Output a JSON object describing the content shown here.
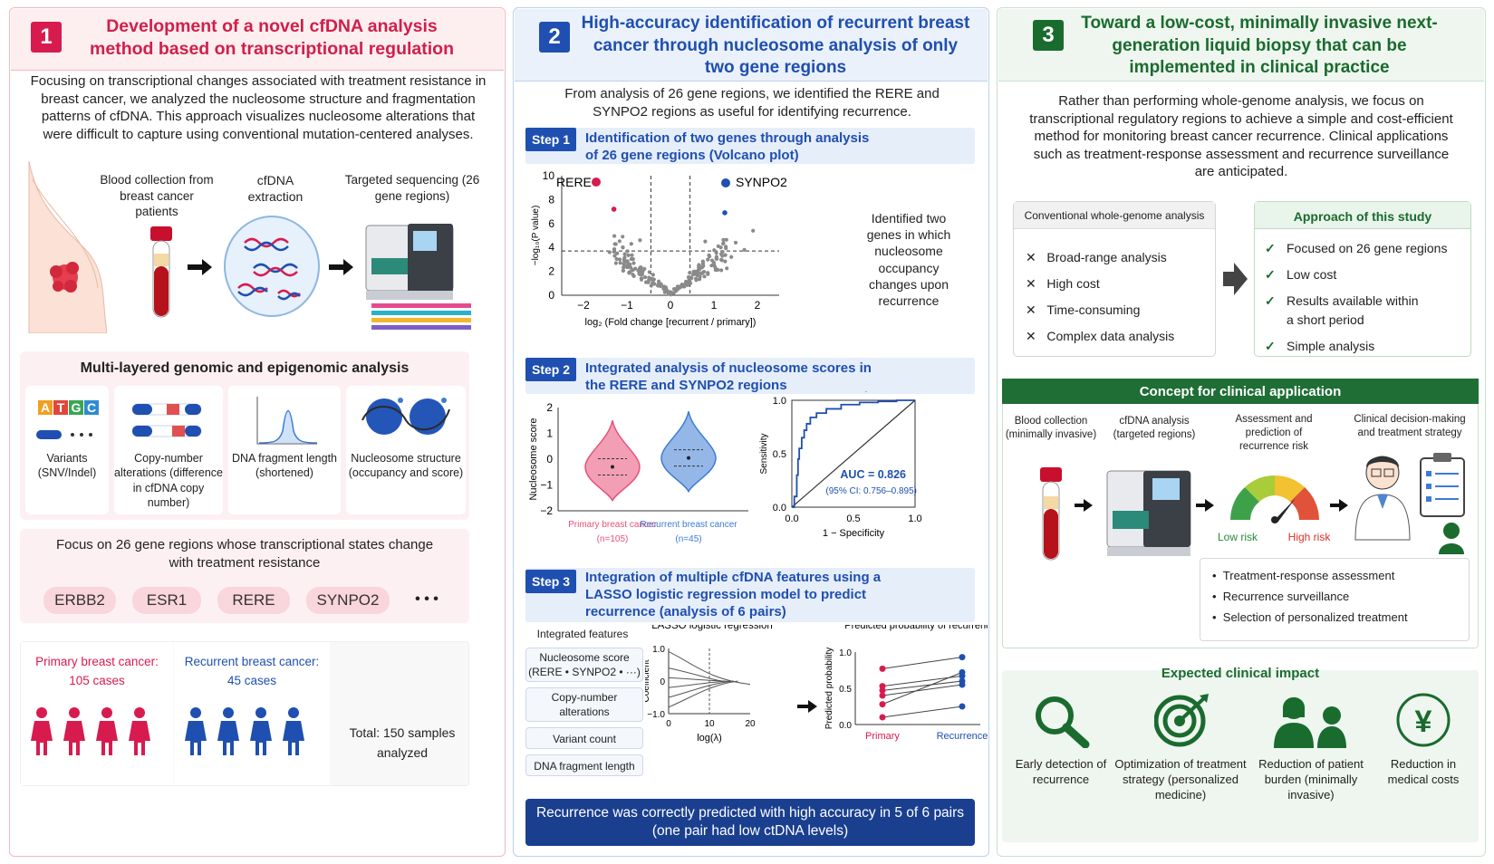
{
  "panel1": {
    "number": "1",
    "title": "Development of a novel cfDNA analysis method based on transcriptional regulation",
    "intro": "Focusing on transcriptional changes associated with treatment resistance in breast cancer, we analyzed the nucleosome structure and fragmentation patterns of cfDNA. This approach visualizes nucleosome alterations that were difficult to capture using conventional mutation-centered analyses.",
    "workflow": [
      "Blood collection from breast cancer patients",
      "cfDNA extraction",
      "Targeted sequencing (26 gene regions)"
    ],
    "multilayer_title": "Multi-layered genomic and epigenomic analysis",
    "dna_letters": [
      "A",
      "T",
      "G",
      "C"
    ],
    "analysis_items": [
      "Variants (SNV/Indel)",
      "Copy-number alterations (difference in cfDNA copy number)",
      "DNA fragment length (shortened)",
      "Nucleosome structure (occupancy and score)"
    ],
    "focus_title": "Focus on 26 gene regions whose transcriptional states change with treatment resistance",
    "genes": [
      "ERBB2",
      "ESR1",
      "RERE",
      "SYNPO2",
      "• • •"
    ],
    "primary_label": "Primary breast cancer:",
    "primary_cases": "105 cases",
    "recurrent_label": "Recurrent breast cancer:",
    "recurrent_cases": "45 cases",
    "total": "Total: 150 samples analyzed",
    "colors": {
      "primary": "#d81b4f",
      "recurrent": "#1f4fb0"
    }
  },
  "panel2": {
    "number": "2",
    "title": "High-accuracy identification of recurrent breast cancer through nucleosome analysis of only two gene regions",
    "intro": "From analysis of 26 gene regions, we identified the RERE and SYNPO2 regions as useful for identifying recurrence.",
    "step1_badge": "Step 1",
    "step1_title": "Identification of two genes through analysis of 26 gene regions  (Volcano plot)",
    "volcano_note": "Identified two genes in which nucleosome occupancy changes upon recurrence",
    "step2_badge": "Step 2",
    "step2_title": "Integrated analysis of nucleosome scores in the RERE and SYNPO2 regions",
    "step3_badge": "Step 3",
    "step3_title": "Integration of multiple cfDNA features using a LASSO logistic regression model to predict recurrence (analysis of 6 pairs)",
    "features_title": "Integrated features",
    "features": [
      "Nucleosome score (RERE • SYNPO2 • ···)",
      "Copy-number alterations",
      "Variant count",
      "DNA fragment length"
    ],
    "result": "Recurrence was correctly predicted with high accuracy in 5 of 6 pairs  (one pair had low ctDNA levels)"
  },
  "chart_data": [
    {
      "type": "scatter",
      "name": "volcano",
      "xlabel": "log₂ (Fold change [recurrent / primary])",
      "ylabel": "−log₁₀(P value)",
      "xlim": [
        -2.5,
        2.5
      ],
      "ylim": [
        0,
        10
      ],
      "xticks": [
        "−2",
        "−1",
        "0",
        "1",
        "2"
      ],
      "yticks": [
        "0",
        "2",
        "4",
        "6",
        "8",
        "10"
      ],
      "thresholds": {
        "x": [
          -0.45,
          0.45
        ],
        "y": 3.7
      },
      "highlight": [
        {
          "label": "RERE",
          "x": -1.3,
          "y": 7.2,
          "color": "#d81b4f"
        },
        {
          "label": "SYNPO2",
          "x": 1.25,
          "y": 6.9,
          "color": "#1f4fb0"
        }
      ],
      "legend": [
        "RERE",
        "SYNPO2"
      ]
    },
    {
      "type": "violin",
      "name": "nucleosome-score",
      "ylabel": "Nucleosome score",
      "ylim": [
        -2,
        2
      ],
      "yticks": [
        "2",
        "1",
        "0",
        "−1",
        "−2"
      ],
      "groups": [
        {
          "name": "Primary breast cancer",
          "n": "(n=105)",
          "median": -0.3,
          "color": "#e8517a"
        },
        {
          "name": "Recurrent breast cancer",
          "n": "(n=45)",
          "median": 0.05,
          "color": "#3d7bd6"
        }
      ]
    },
    {
      "type": "line",
      "name": "roc",
      "title": "ROC analysis results",
      "xlabel": "1 − Specificity",
      "ylabel": "Sensitivity",
      "xlim": [
        0,
        1
      ],
      "ylim": [
        0,
        1
      ],
      "xticks": [
        "0.0",
        "0.5",
        "1.0"
      ],
      "yticks": [
        "1.0",
        "0.5",
        "0.0"
      ],
      "x": [
        0,
        0.02,
        0.04,
        0.05,
        0.06,
        0.08,
        0.1,
        0.12,
        0.15,
        0.2,
        0.28,
        0.4,
        0.55,
        0.7,
        0.85,
        1
      ],
      "y": [
        0,
        0.1,
        0.3,
        0.45,
        0.55,
        0.65,
        0.72,
        0.78,
        0.84,
        0.88,
        0.92,
        0.96,
        0.98,
        0.99,
        1,
        1
      ],
      "auc": "AUC = 0.826",
      "ci": "(95% CI: 0.756–0.895)"
    },
    {
      "type": "line",
      "name": "lasso",
      "title": "LASSO logistic regression",
      "xlabel": "log(λ)",
      "ylabel": "Coefficient",
      "xlim": [
        0,
        20
      ],
      "ylim": [
        -1,
        1
      ],
      "xticks": [
        "0",
        "10",
        "20"
      ],
      "yticks": [
        "1.0",
        "0",
        "−1.0"
      ]
    },
    {
      "type": "line",
      "name": "paired-probability",
      "title": "Predicted probability of recurrence",
      "ylabel": "Predicted probability",
      "categories": [
        "Primary",
        "Recurrence"
      ],
      "ylim": [
        0,
        1
      ],
      "yticks": [
        "1.0",
        "0.5",
        "0.0"
      ],
      "pairs": [
        [
          0.77,
          0.93
        ],
        [
          0.53,
          0.67
        ],
        [
          0.47,
          0.6
        ],
        [
          0.4,
          0.55
        ],
        [
          0.28,
          0.72
        ],
        [
          0.1,
          0.25
        ]
      ],
      "colors": {
        "primary": "#d81b4f",
        "recurrence": "#1f4fb0"
      }
    }
  ],
  "panel3": {
    "number": "3",
    "title": "Toward a low-cost, minimally invasive next-generation liquid biopsy that can be implemented in clinical practice",
    "intro": "Rather than performing whole-genome analysis, we focus on transcriptional regulatory regions to achieve a simple and cost-efficient method for monitoring breast cancer recurrence. Clinical applications such as treatment-response assessment and recurrence surveillance are anticipated.",
    "conventional_title": "Conventional whole-genome analysis",
    "conventional_items": [
      "Broad-range analysis",
      "High cost",
      "Time-consuming",
      "Complex data analysis"
    ],
    "approach_title": "Approach of this study",
    "approach_items": [
      "Focused on 26 gene regions",
      "Low cost",
      "Results available within a short period",
      "Simple analysis"
    ],
    "concept_title": "Concept for clinical application",
    "concept_steps": [
      "Blood collection (minimally invasive)",
      "cfDNA analysis (targeted regions)",
      "Assessment and prediction of recurrence risk",
      "Clinical decision-making and treatment strategy"
    ],
    "low_risk": "Low risk",
    "high_risk": "High risk",
    "applications": [
      "Treatment-response assessment",
      "Recurrence surveillance",
      "Selection of personalized treatment"
    ],
    "impact_title": "Expected clinical impact",
    "yen": "¥",
    "impacts": [
      "Early detection of recurrence",
      "Optimization of treatment strategy (personalized medicine)",
      "Reduction of patient burden (minimally invasive)",
      "Reduction in medical costs"
    ]
  }
}
